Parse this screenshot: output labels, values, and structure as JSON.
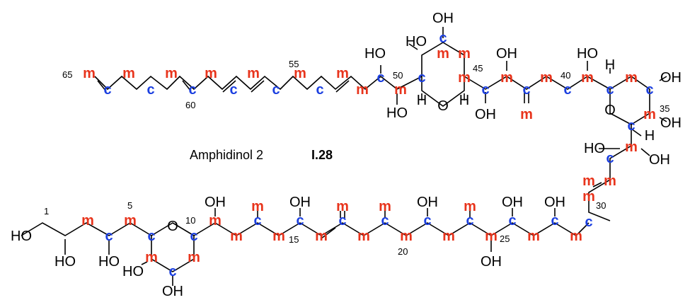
{
  "colors": {
    "m": "#e8341c",
    "c": "#1b3fe0",
    "text": "#000000"
  },
  "compound": {
    "name": "Amphidinol 2",
    "id": "I.28"
  },
  "locants": [
    "1",
    "5",
    "10",
    "15",
    "20",
    "25",
    "30",
    "35",
    "40",
    "45",
    "50",
    "55",
    "60",
    "65"
  ],
  "atom_symbols": {
    "m": "m",
    "c": "c"
  },
  "groups": {
    "oh": "OH",
    "ho": "HO",
    "h": "H",
    "o": "O"
  }
}
